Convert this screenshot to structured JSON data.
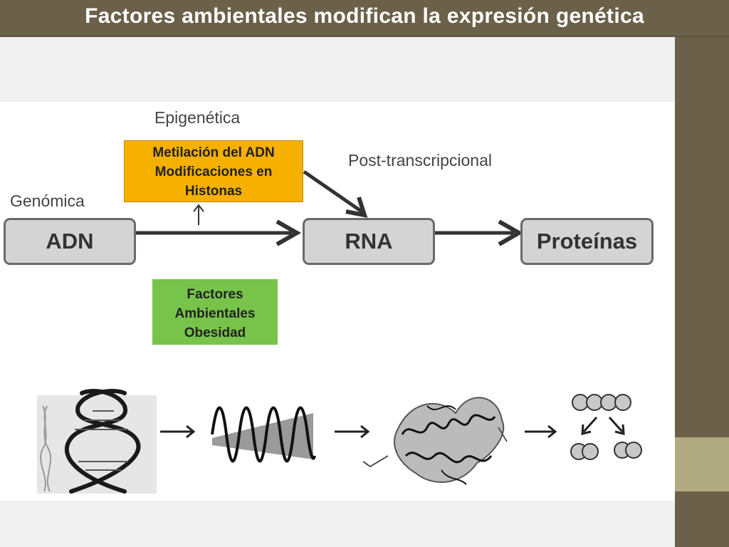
{
  "title": "Factores ambientales modifican la expresión genética",
  "diagram": {
    "labels": {
      "epigenetica": "Epigenética",
      "post_transcripcional": "Post-transcripcional",
      "genomica": "Genómica"
    },
    "nodes": {
      "adn": "ADN",
      "rna": "RNA",
      "proteinas": "Proteínas"
    },
    "orange_box": {
      "line1": "Metilación del ADN",
      "line2": "Modificaciones en",
      "line3": "Histonas"
    },
    "green_box": {
      "line1": "Factores",
      "line2": "Ambientales",
      "line3": "Obesidad"
    }
  },
  "colors": {
    "header_bg": "#6b6049",
    "side_accent": "#b0ab80",
    "orange": "#f5b000",
    "green": "#78c44a",
    "node_fill": "#d4d4d4",
    "node_border": "#6a6a6a"
  },
  "illustrations": [
    "dna-double-helix",
    "mrna-wave",
    "protein-structure",
    "protein-subunits"
  ]
}
